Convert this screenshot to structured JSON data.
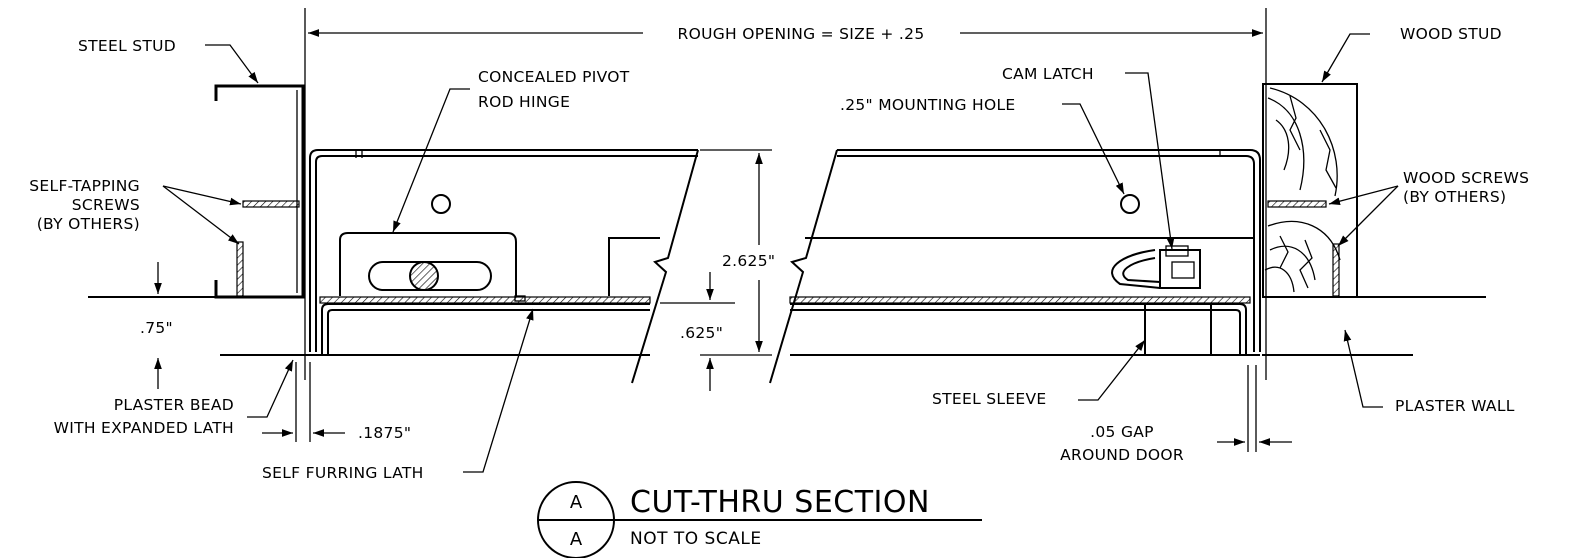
{
  "labels": {
    "rough_opening": "ROUGH OPENING = SIZE + .25",
    "steel_stud": "STEEL STUD",
    "wood_stud": "WOOD STUD",
    "concealed_line1": "CONCEALED PIVOT",
    "concealed_line2": "ROD HINGE",
    "cam_latch": "CAM LATCH",
    "mounting_hole": ".25\" MOUNTING HOLE",
    "self_tapping_line1": "SELF-TAPPING",
    "self_tapping_line2": "SCREWS",
    "self_tapping_line3": "(BY OTHERS)",
    "wood_screws_line1": "WOOD SCREWS",
    "wood_screws_line2": "(BY OTHERS)",
    "dim_2625": "2.625\"",
    "dim_625": ".625\"",
    "dim_75": ".75\"",
    "dim_1875": ".1875\"",
    "plaster_bead_line1": "PLASTER BEAD",
    "plaster_bead_line2": "WITH EXPANDED LATH",
    "self_furring": "SELF FURRING LATH",
    "steel_sleeve": "STEEL SLEEVE",
    "plaster_wall": "PLASTER WALL",
    "gap_line1": ".05 GAP",
    "gap_line2": "AROUND DOOR"
  },
  "title_block": {
    "section_top": "A",
    "section_bottom": "A",
    "title": "CUT-THRU SECTION",
    "subtitle": "NOT TO SCALE"
  }
}
